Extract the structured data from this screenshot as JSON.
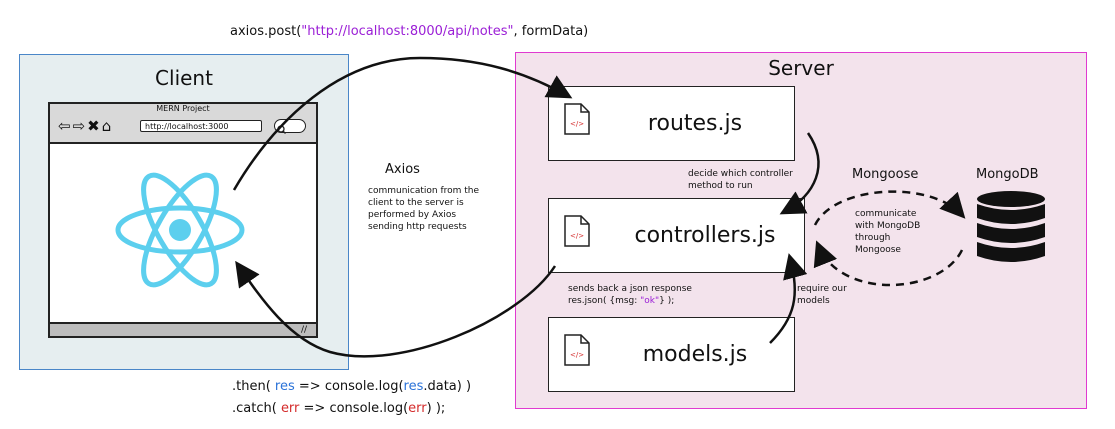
{
  "top_code": {
    "prefix": "axios.post(",
    "url": "\"http://localhost:8000/api/notes\"",
    "suffix": ", formData)"
  },
  "client": {
    "title": "Client",
    "browser": {
      "window_title": "MERN Project",
      "nav_icons": "⇦⇨✖⌂",
      "url": "http://localhost:3000",
      "search_icon": "search-icon",
      "logo_icon": "react-logo-icon"
    }
  },
  "axios": {
    "title": "Axios",
    "lines": [
      "communication from the",
      "client to the server is",
      "performed by Axios",
      "sending http requests"
    ]
  },
  "server": {
    "title": "Server",
    "files": [
      {
        "name": "routes.js",
        "icon": "code-file-icon"
      },
      {
        "name": "controllers.js",
        "icon": "code-file-icon"
      },
      {
        "name": "models.js",
        "icon": "code-file-icon"
      }
    ],
    "notes": {
      "decide": [
        "decide which controller",
        "method to run"
      ],
      "sends_back": {
        "line1": "sends back a json response",
        "line2_prefix": "res.json( {msg: ",
        "line2_value": "\"ok\"",
        "line2_suffix": "} );"
      },
      "require": [
        "require our",
        "models"
      ],
      "communicate": [
        "communicate",
        "with MongoDB",
        "through",
        "Mongoose"
      ]
    }
  },
  "mongoose": {
    "title": "Mongoose"
  },
  "mongodb": {
    "title": "MongoDB",
    "icon": "database-icon"
  },
  "bottom_code": {
    "then": {
      "prefix": ".then( ",
      "param": "res",
      "middle": " => console.log(",
      "arg": "res",
      "suffix": ".data) )"
    },
    "catch": {
      "prefix": ".catch( ",
      "param": "err",
      "middle": " => console.log(",
      "arg": "err",
      "suffix": ") );"
    }
  },
  "colors": {
    "client_bg": "#e6eef0",
    "client_border": "#4a86c8",
    "server_bg": "#f3e3ec",
    "server_border": "#e03ad0",
    "react_blue": "#5ccfee",
    "string_purple": "#9b1fd6",
    "res_blue": "#2a72d8",
    "err_red": "#d42b2b"
  }
}
